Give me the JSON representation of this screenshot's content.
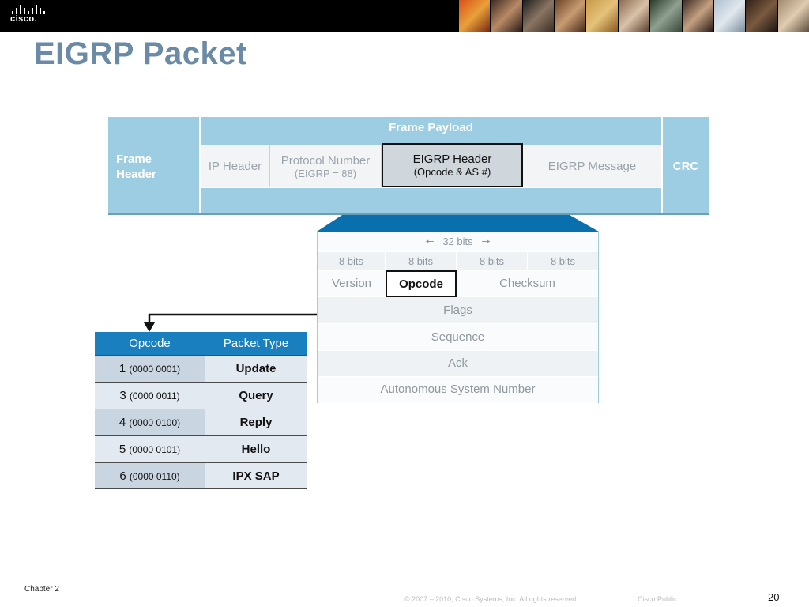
{
  "slide": {
    "title": "EIGRP Packet"
  },
  "frame": {
    "header_label": "Frame Header",
    "payload_label": "Frame  Payload",
    "crc_label": "CRC",
    "ip_header": "IP Header",
    "protocol_number": "Protocol Number",
    "protocol_number_sub": "(EIGRP = 88)",
    "eigrp_header": "EIGRP Header",
    "eigrp_header_sub": "(Opcode & AS #)",
    "eigrp_message": "EIGRP Message"
  },
  "header_detail": {
    "width_label": "32 bits",
    "byte_labels": [
      "8 bits",
      "8 bits",
      "8 bits",
      "8 bits"
    ],
    "version": "Version",
    "opcode": "Opcode",
    "checksum": "Checksum",
    "flags": "Flags",
    "sequence": "Sequence",
    "ack": "Ack",
    "as_number": "Autonomous  System  Number"
  },
  "opcode_table": {
    "headers": [
      "Opcode",
      "Packet  Type"
    ],
    "rows": [
      {
        "opcode": "1",
        "binary": "(0000 0001)",
        "type": "Update"
      },
      {
        "opcode": "3",
        "binary": "(0000 0011)",
        "type": "Query"
      },
      {
        "opcode": "4",
        "binary": "(0000 0100)",
        "type": "Reply"
      },
      {
        "opcode": "5",
        "binary": "(0000 0101)",
        "type": "Hello"
      },
      {
        "opcode": "6",
        "binary": "(0000 0110)",
        "type": "IPX SAP"
      }
    ]
  },
  "footer": {
    "chapter": "Chapter 2",
    "copyright": "© 2007 – 2010, Cisco Systems, Inc. All rights reserved.",
    "public": "Cisco Public",
    "page": "20"
  },
  "colors": {
    "title": "#6b8aa6",
    "frame": "#9ccde3",
    "table_header": "#1a7fbf",
    "zoom": "#0a6fad"
  },
  "icons": [
    "cisco-logo",
    "left-arrow-icon",
    "right-arrow-icon",
    "down-arrow-icon"
  ]
}
